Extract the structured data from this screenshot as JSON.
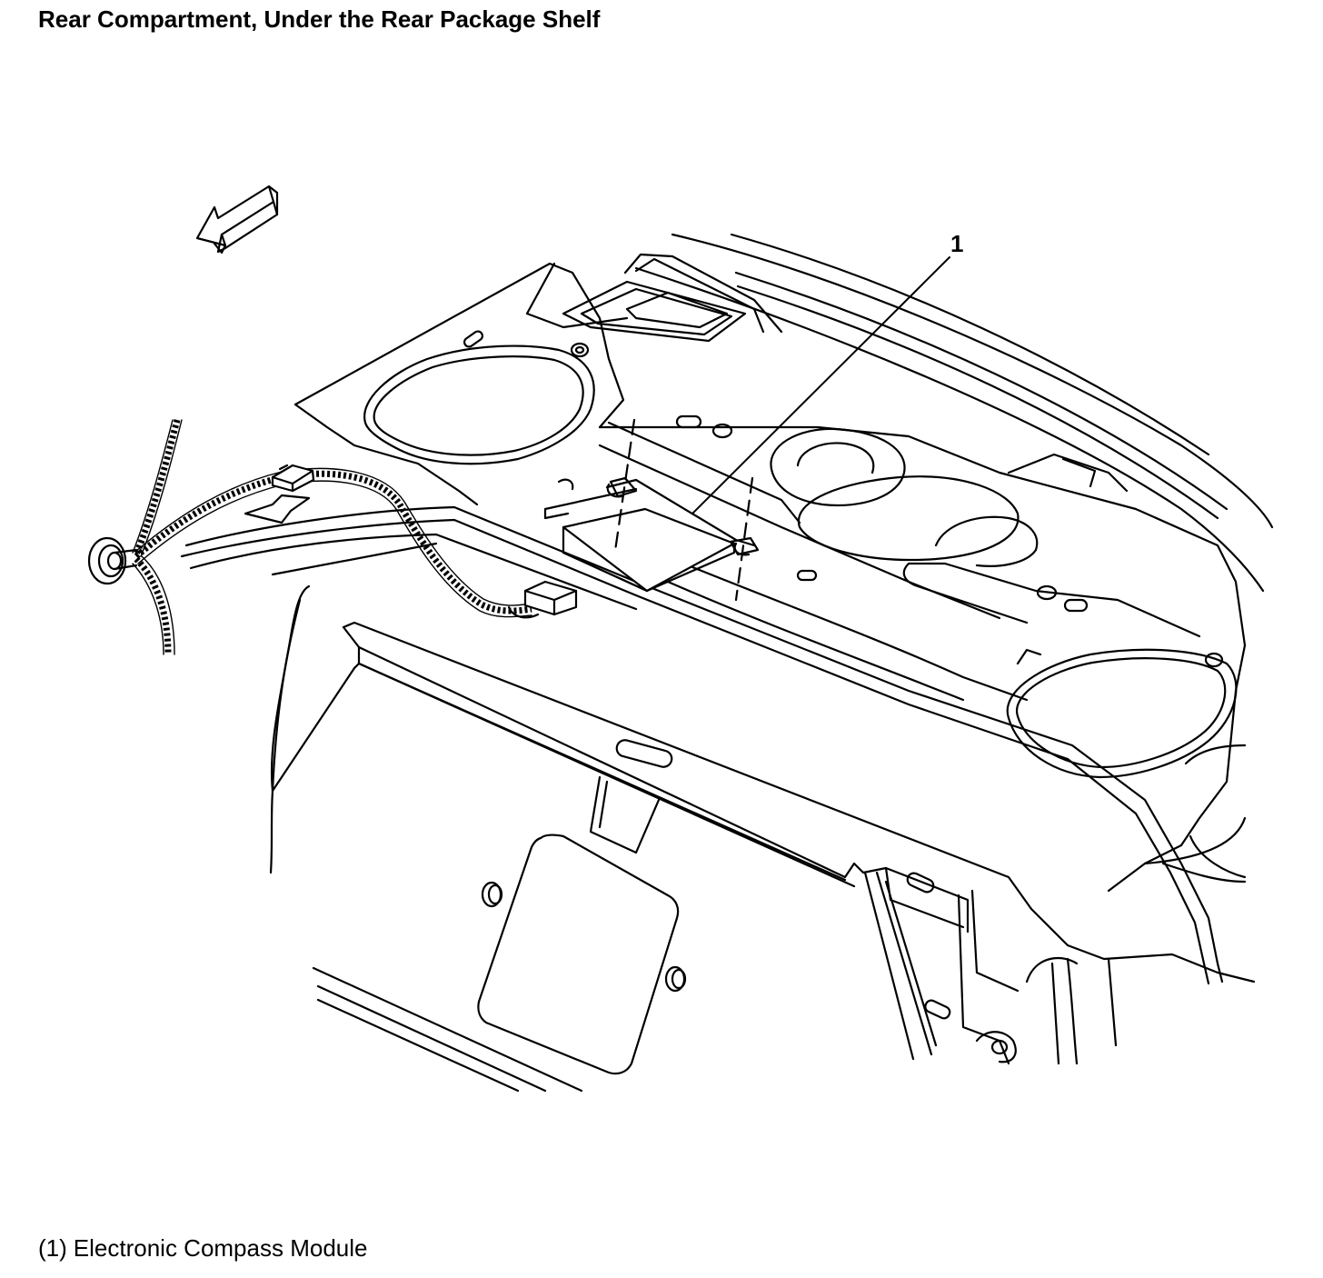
{
  "title": "Rear Compartment, Under the Rear Package Shelf",
  "callouts": [
    {
      "number": "1",
      "label": "Electronic Compass Module"
    }
  ],
  "legend": {
    "items": [
      {
        "number": "(1)",
        "label": "Electronic Compass Module"
      }
    ]
  },
  "icons": {
    "direction_arrow": "front-direction-arrow-icon"
  }
}
